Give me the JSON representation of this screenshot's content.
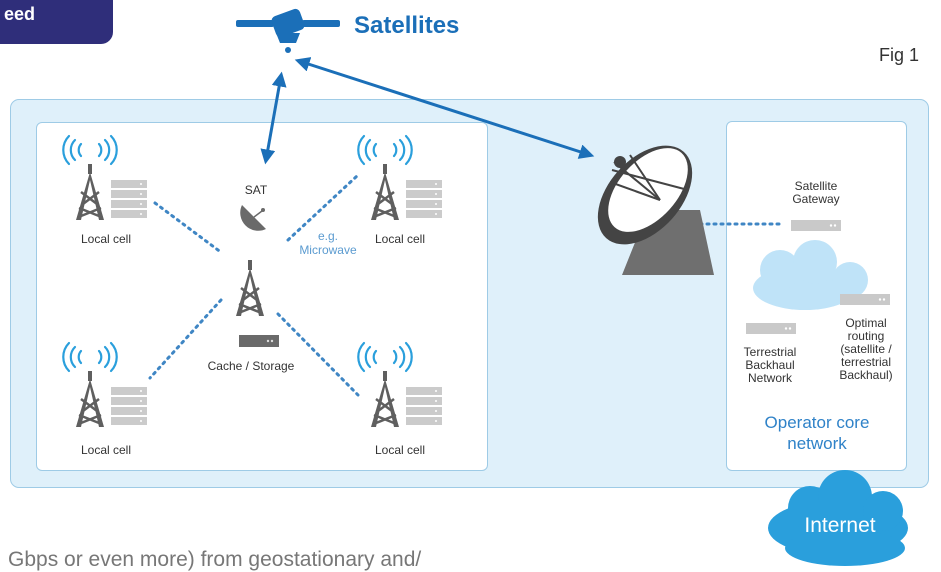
{
  "header": {
    "tab_text": "eed",
    "satellites_label": "Satellites",
    "fig_label": "Fig 1"
  },
  "left_panel": {
    "cell_label": "Local cell",
    "sat_label": "SAT",
    "link_label_line1": "e.g.",
    "link_label_line2": "Microwave",
    "cache_label": "Cache / Storage"
  },
  "right_panel": {
    "gateway_line1": "Satellite",
    "gateway_line2": "Gateway",
    "terrestrial_lines": [
      "Terrestrial",
      "Backhaul",
      "Network"
    ],
    "optimal_lines": [
      "Optimal",
      "routing",
      "(satellite /",
      "terrestrial",
      "Backhaul)"
    ],
    "core_line1": "Operator core",
    "core_line2": "network"
  },
  "internet_label": "Internet",
  "bottom_text": "Gbps or even more) from geostationary and/",
  "colors": {
    "tab": "#2f2e7a",
    "accent_blue": "#1b6fb8",
    "panel_bg": "#dff0fa",
    "border": "#9ecbe6",
    "cloud_light": "#bfe3f8",
    "cloud_dark": "#2a9fdc",
    "equipment": "#5f5f5f",
    "server": "#c9c9c9",
    "dotted": "#3f86c4"
  }
}
